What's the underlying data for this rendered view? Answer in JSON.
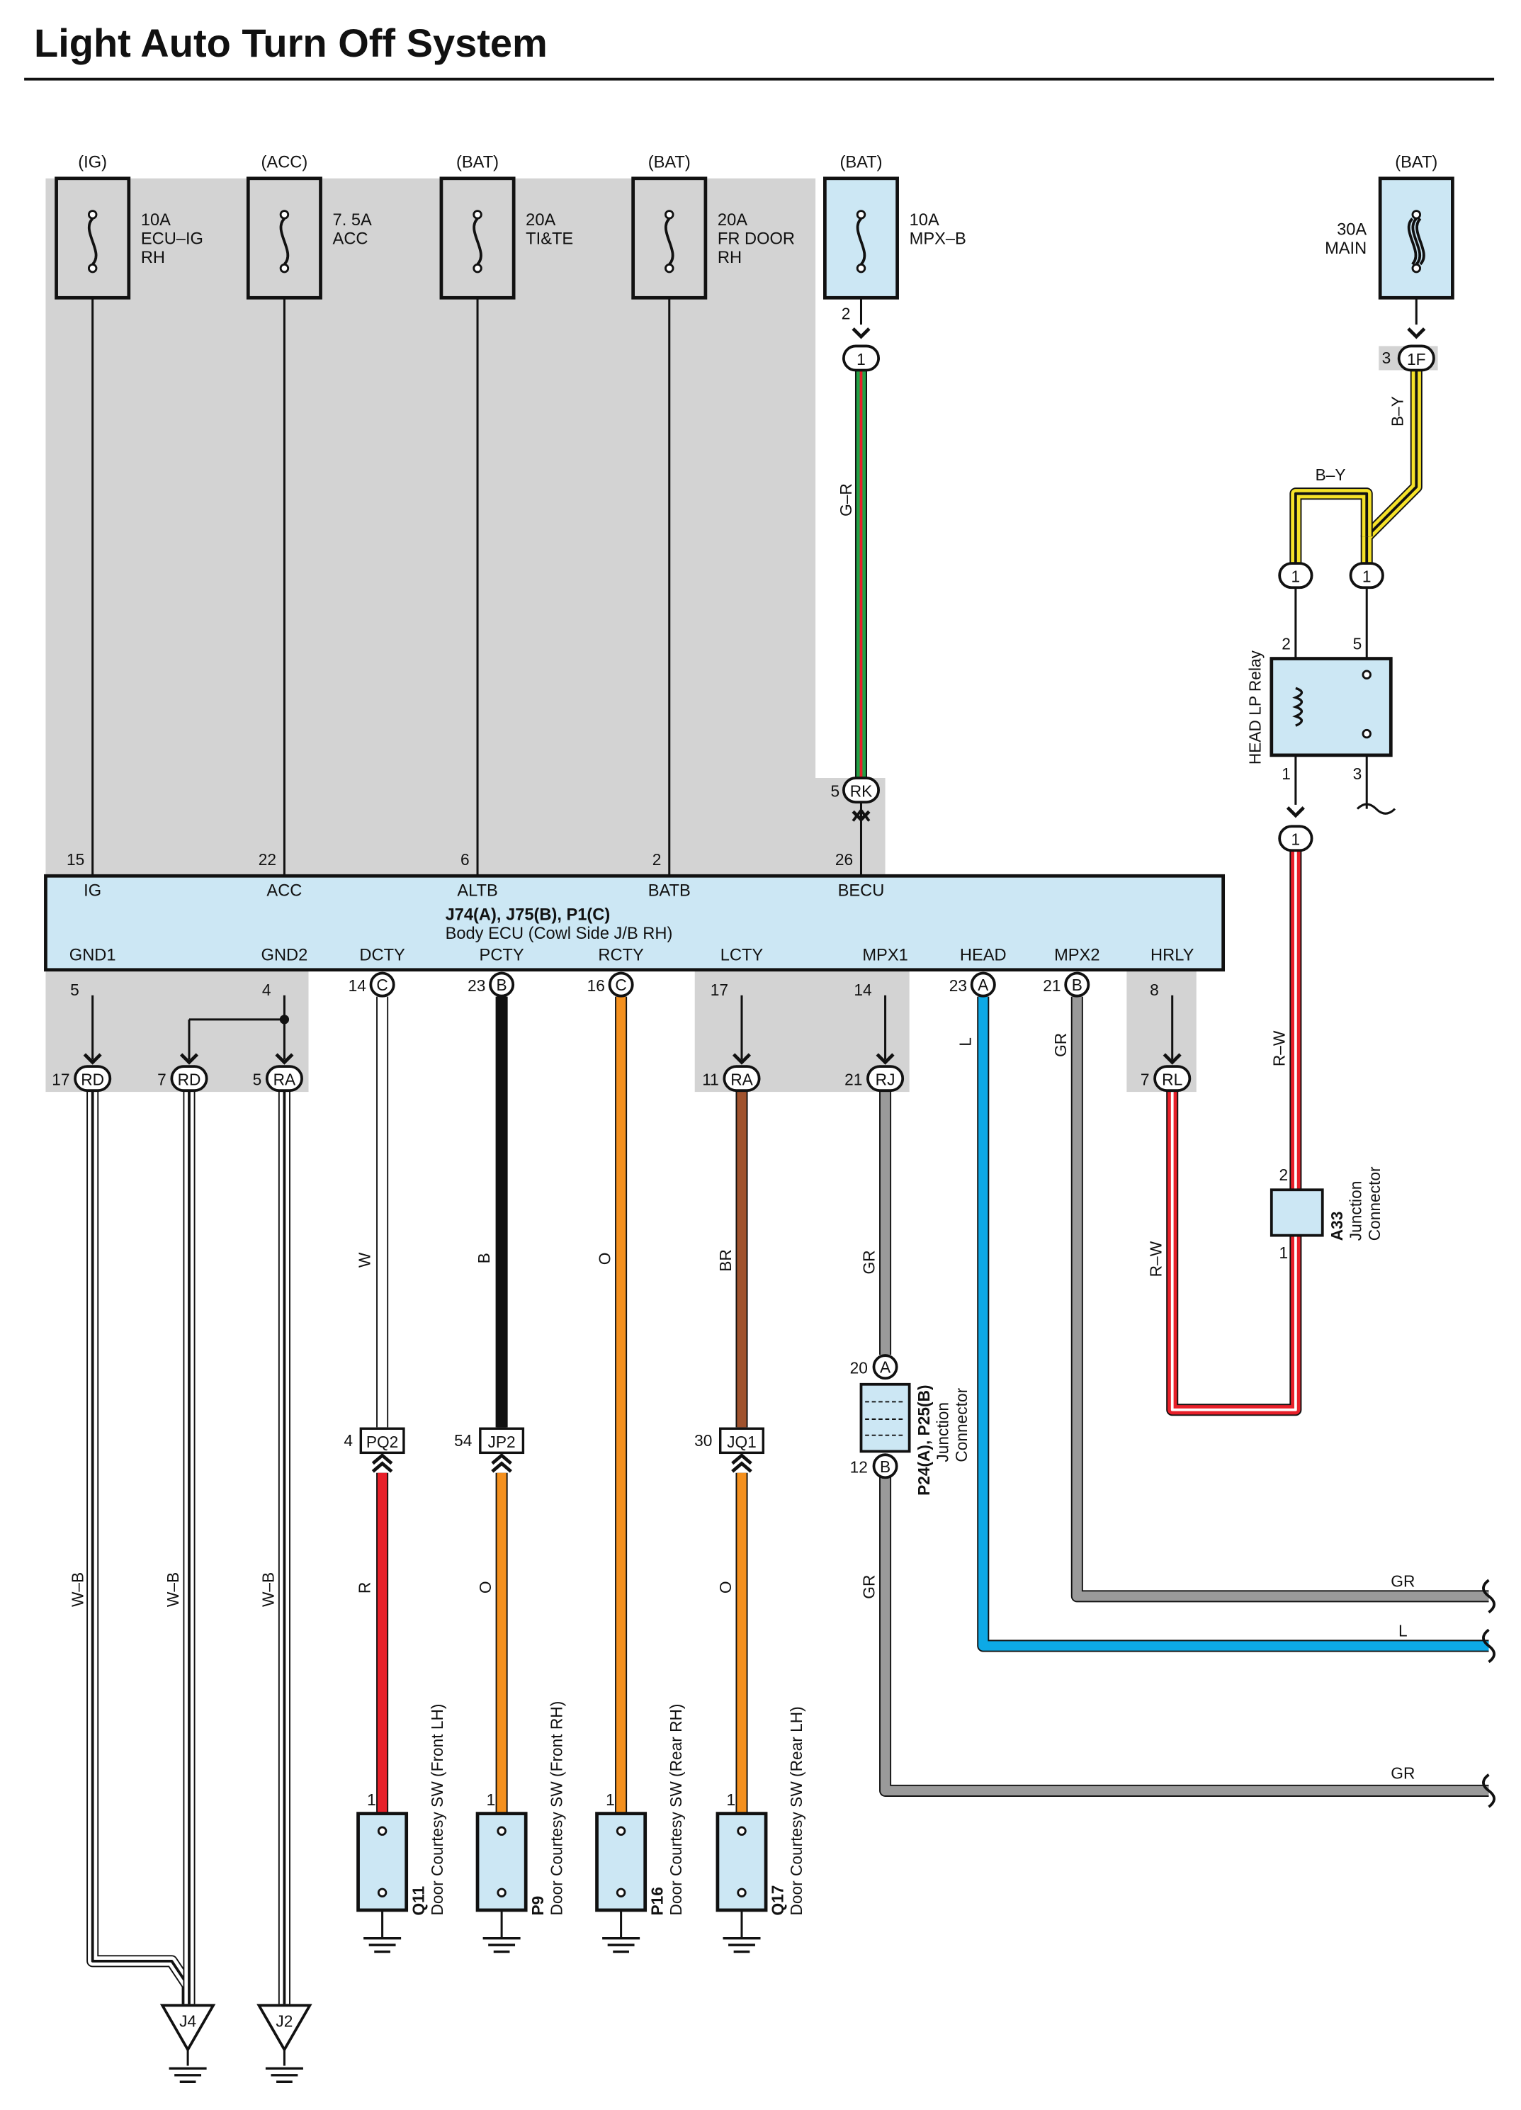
{
  "title": "Light Auto Turn Off System",
  "colors": {
    "shade": "#d3d3d3",
    "component_fill": "#cce7f4",
    "outline": "#111111",
    "wire_G": "#21a146",
    "wire_R": "#e8202a",
    "wire_Y": "#f5e228",
    "wire_B": "#111111",
    "wire_W": "#ffffff",
    "wire_O": "#f4901e",
    "wire_BR": "#a0522d",
    "wire_GR": "#9a9a9a",
    "wire_L": "#0da9e6"
  },
  "fuses": [
    {
      "power": "(IG)",
      "amps": "10A",
      "name1": "ECU–IG",
      "name2": "RH"
    },
    {
      "power": "(ACC)",
      "amps": "7. 5A",
      "name1": "ACC",
      "name2": ""
    },
    {
      "power": "(BAT)",
      "amps": "20A",
      "name1": "TI&TE",
      "name2": ""
    },
    {
      "power": "(BAT)",
      "amps": "20A",
      "name1": "FR DOOR",
      "name2": "RH"
    },
    {
      "power": "(BAT)",
      "amps": "10A",
      "name1": "MPX–B",
      "name2": ""
    },
    {
      "power": "(BAT)",
      "amps": "30A",
      "name1": "MAIN",
      "name2": ""
    }
  ],
  "ecu": {
    "id": "J74(A), J75(B), P1(C)",
    "name": "Body ECU (Cowl Side J/B RH)",
    "top_pins": [
      {
        "label": "IG",
        "pin": "15"
      },
      {
        "label": "ACC",
        "pin": "22"
      },
      {
        "label": "ALTB",
        "pin": "6"
      },
      {
        "label": "BATB",
        "pin": "2"
      },
      {
        "label": "BECU",
        "pin": "26"
      }
    ],
    "bottom_pins": [
      {
        "label": "GND1",
        "pin": "5",
        "conn": ""
      },
      {
        "label": "GND2",
        "pin": "4",
        "conn": ""
      },
      {
        "label": "DCTY",
        "pin": "14",
        "conn": "C"
      },
      {
        "label": "PCTY",
        "pin": "23",
        "conn": "B"
      },
      {
        "label": "RCTY",
        "pin": "16",
        "conn": "C"
      },
      {
        "label": "LCTY",
        "pin": "17",
        "conn": ""
      },
      {
        "label": "MPX1",
        "pin": "14",
        "conn": ""
      },
      {
        "label": "HEAD",
        "pin": "23",
        "conn": "A"
      },
      {
        "label": "MPX2",
        "pin": "21",
        "conn": "B"
      },
      {
        "label": "HRLY",
        "pin": "8",
        "conn": ""
      }
    ]
  },
  "connectors": {
    "mpxb_pin": "2",
    "mpxb_conn": "1",
    "rk_pin": "5",
    "rk": "RK",
    "main_pin": "3",
    "main_conn": "1F",
    "relay_in_left": "1",
    "relay_in_right": "1",
    "relay_out": "1",
    "ground_rd1_pin": "17",
    "ground_rd1": "RD",
    "ground_rd2_pin": "7",
    "ground_rd2": "RD",
    "ground_ra_pin": "5",
    "ground_ra": "RA",
    "lcty_ra_pin": "11",
    "lcty_ra": "RA",
    "rj_pin": "21",
    "rj": "RJ",
    "rl_pin": "7",
    "rl": "RL",
    "pq2_pin": "4",
    "pq2": "PQ2",
    "jp2_pin": "54",
    "jp2": "JP2",
    "jq1_pin": "30",
    "jq1": "JQ1"
  },
  "wires": {
    "mpxb": "G–R",
    "main_down": "B–Y",
    "main_top": "B–Y",
    "relay_out": "R–W",
    "hrly": "R–W",
    "gnd1": "W–B",
    "gnd2a": "W–B",
    "gnd2b": "W–B",
    "dcty": "W",
    "pcty": "B",
    "rcty": "O",
    "lcty": "BR",
    "mpx1": "GR",
    "head": "L",
    "mpx2": "GR",
    "pq2_down": "R",
    "jp2_down": "O",
    "jq1_down": "O",
    "p24_down": "GR",
    "right_gr1": "GR",
    "right_l": "L",
    "right_gr2": "GR"
  },
  "relay": {
    "name": "HEAD LP Relay",
    "pin_tl": "2",
    "pin_tr": "5",
    "pin_bl": "1",
    "pin_br": "3"
  },
  "a33": {
    "id": "A33",
    "line1": "Junction",
    "line2": "Connector",
    "pin_top": "2",
    "pin_bot": "1"
  },
  "p24": {
    "id": "P24(A), P25(B)",
    "line1": "Junction",
    "line2": "Connector",
    "pin_top": "20",
    "conn_top": "A",
    "pin_bot": "12",
    "conn_bot": "B"
  },
  "switches": [
    {
      "id": "Q11",
      "desc": "Door Courtesy SW (Front LH)",
      "pin": "1"
    },
    {
      "id": "P9",
      "desc": "Door Courtesy SW (Front RH)",
      "pin": "1"
    },
    {
      "id": "P16",
      "desc": "Door Courtesy SW (Rear RH)",
      "pin": "1"
    },
    {
      "id": "Q17",
      "desc": "Door Courtesy SW (Rear LH)",
      "pin": "1"
    }
  ],
  "grounds": [
    {
      "id": "J4"
    },
    {
      "id": "J2"
    }
  ]
}
